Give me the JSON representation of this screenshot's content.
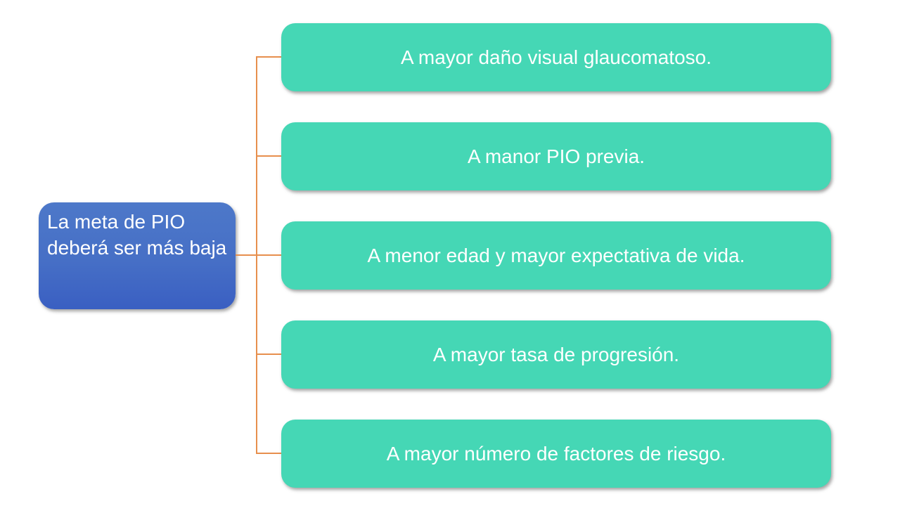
{
  "diagram": {
    "type": "hierarchy-smartart",
    "root": {
      "label": "La meta de PIO deberá ser más baja"
    },
    "branches": [
      {
        "label": "A mayor daño visual glaucomatoso."
      },
      {
        "label": "A manor PIO previa."
      },
      {
        "label": "A menor edad y mayor expectativa de vida."
      },
      {
        "label": "A mayor tasa de progresión."
      },
      {
        "label": "A mayor número de factores de riesgo."
      }
    ]
  },
  "colors": {
    "branch_fill": "#45d7b5",
    "root_grad_top": "#4d78c9",
    "root_grad_bottom": "#3a5fc2",
    "connector": "#e78f4d",
    "node_text": "#ffffff",
    "canvas_bg": "#ffffff"
  }
}
